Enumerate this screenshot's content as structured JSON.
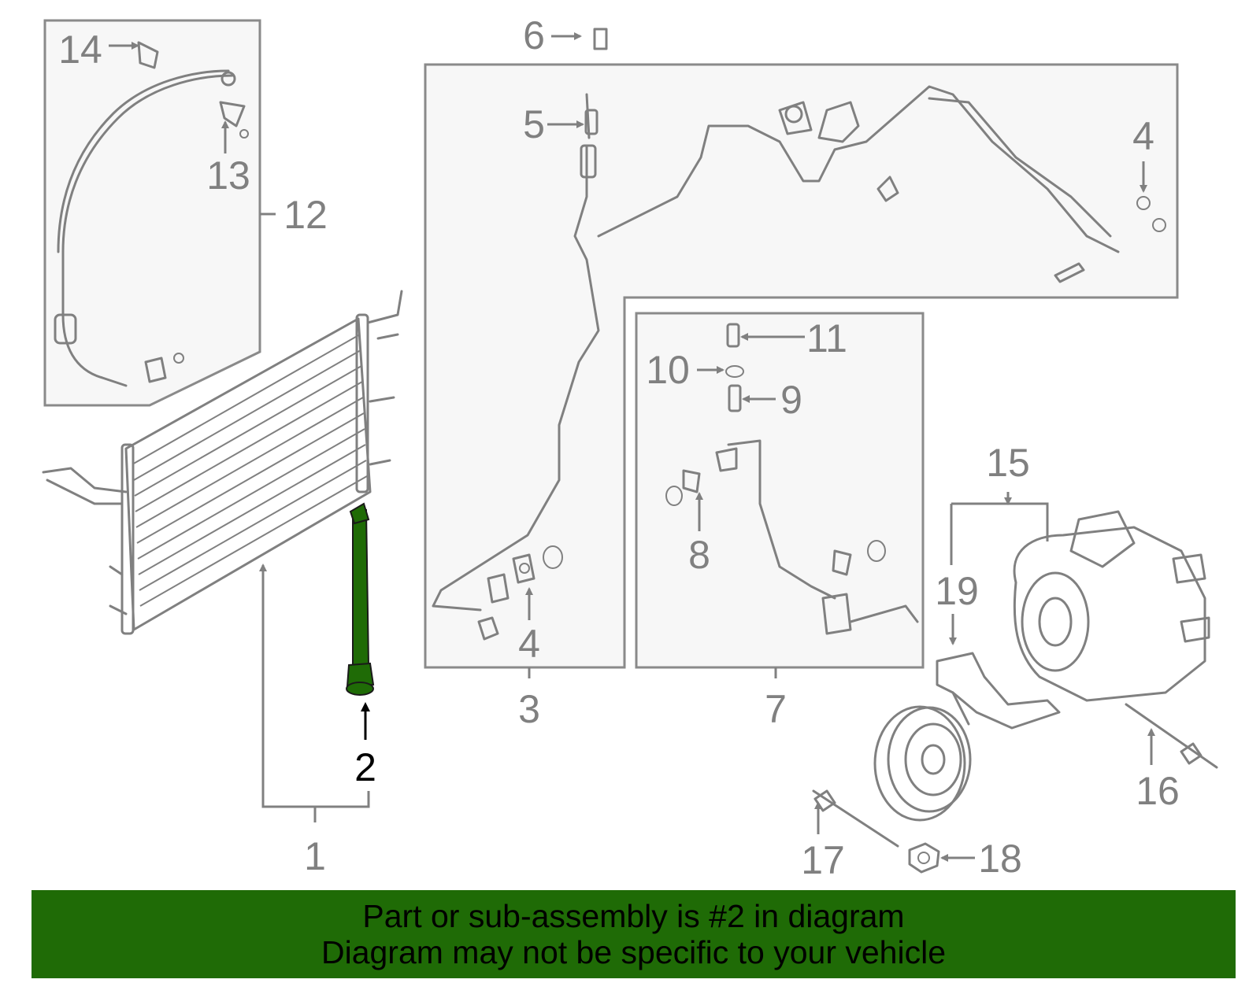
{
  "diagram": {
    "highlight_color": "#1f6b06",
    "line_color": "#808080",
    "callouts": [
      {
        "id": "1",
        "text": "1"
      },
      {
        "id": "2",
        "text": "2",
        "highlighted": true
      },
      {
        "id": "3",
        "text": "3"
      },
      {
        "id": "4a",
        "text": "4"
      },
      {
        "id": "4b",
        "text": "4"
      },
      {
        "id": "5",
        "text": "5"
      },
      {
        "id": "6",
        "text": "6"
      },
      {
        "id": "7",
        "text": "7"
      },
      {
        "id": "8",
        "text": "8"
      },
      {
        "id": "9",
        "text": "9"
      },
      {
        "id": "10",
        "text": "10"
      },
      {
        "id": "11",
        "text": "11"
      },
      {
        "id": "12",
        "text": "12"
      },
      {
        "id": "13",
        "text": "13"
      },
      {
        "id": "14",
        "text": "14"
      },
      {
        "id": "15",
        "text": "15"
      },
      {
        "id": "16",
        "text": "16"
      },
      {
        "id": "17",
        "text": "17"
      },
      {
        "id": "18",
        "text": "18"
      },
      {
        "id": "19",
        "text": "19"
      }
    ]
  },
  "banner": {
    "line1": "Part or sub-assembly is #2 in diagram",
    "line2": "Diagram may not be specific to your vehicle",
    "background": "#1f6b06"
  }
}
